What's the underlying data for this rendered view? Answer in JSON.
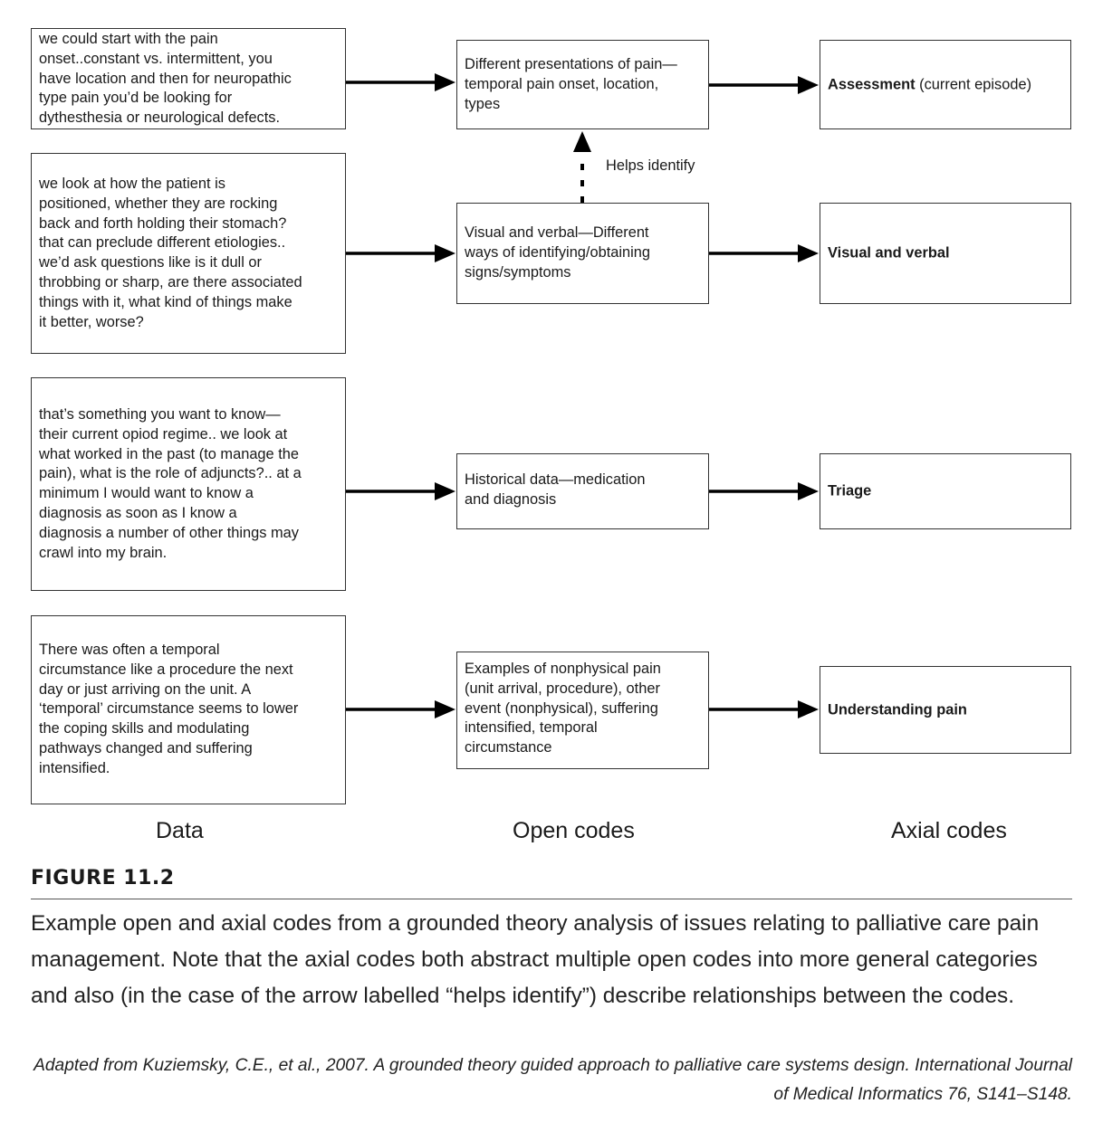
{
  "data_quotes": [
    "we could start with the pain\nonset..constant vs. intermittent, you\nhave location and then for neuropathic\ntype pain you’d be looking for\ndythesthesia or neurological defects.",
    "we look at how the patient is\npositioned, whether they are rocking\nback and forth holding their stomach?\nthat can preclude different etiologies..\nwe’d ask questions like is it dull or\nthrobbing or sharp, are there associated\nthings with it, what kind of things make\nit better, worse?",
    "that’s something you want to know—\ntheir current opiod regime.. we look at\nwhat worked in the past (to manage the\npain), what is the role of adjuncts?.. at a\nminimum I would want to know a\ndiagnosis as soon as I know a\ndiagnosis a number of other things may\ncrawl into my brain.",
    "There was often a temporal\ncircumstance like a procedure the next\nday or just arriving on the unit. A\n‘temporal’ circumstance seems to lower\nthe coping skills and modulating\npathways changed and suffering\nintensified."
  ],
  "open_codes": [
    "Different presentations of pain—\ntemporal pain onset, location,\ntypes",
    "Visual and verbal—Different\nways of identifying/obtaining\nsigns/symptoms",
    "Historical data—medication\nand diagnosis",
    "Examples of nonphysical pain\n(unit arrival, procedure), other\nevent (nonphysical), suffering\nintensified, temporal\ncircumstance"
  ],
  "axial_codes": [
    {
      "bold": "Assessment",
      "rest": " (current episode)"
    },
    {
      "bold": "Visual and verbal",
      "rest": ""
    },
    {
      "bold": "Triage",
      "rest": ""
    },
    {
      "bold": "Understanding pain",
      "rest": ""
    }
  ],
  "helps_label": "Helps identify",
  "column_labels": {
    "data": "Data",
    "open": "Open codes",
    "axial": "Axial codes"
  },
  "figure_number": "FIGURE 11.2",
  "caption": "Example open and axial codes from a grounded theory analysis of issues relating to palliative care pain management. Note that the axial codes both abstract multiple open codes into more general categories and also (in the case of the arrow labelled “helps identify”) describe relationships between the codes.",
  "credit": "Adapted from Kuziemsky, C.E., et al., 2007. A grounded theory guided approach to palliative care systems design. International Journal of Medical Informatics 76, S141–S148."
}
